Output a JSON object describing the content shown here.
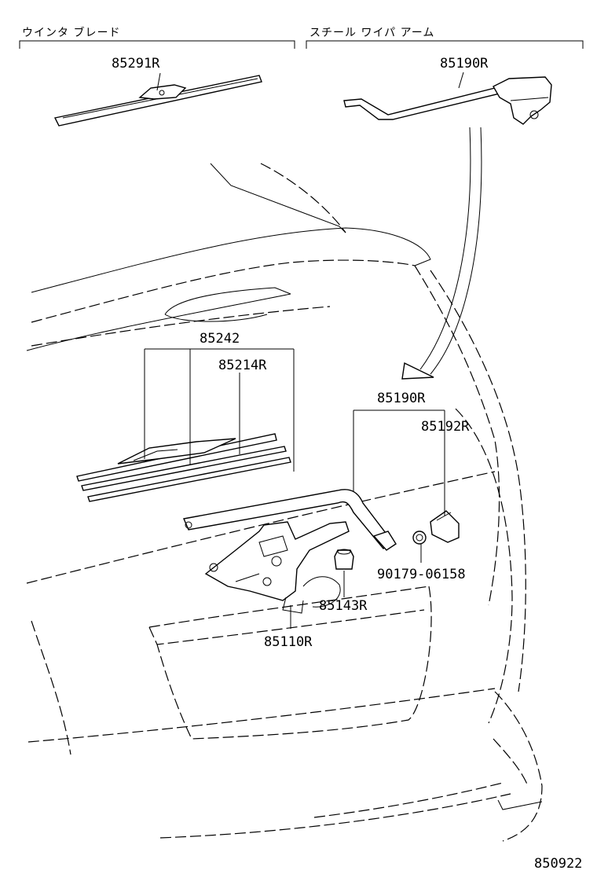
{
  "headers": {
    "winter_blade": "ウインタ  ブレード",
    "steel_wiper_arm": "スチール  ワイパ  アーム"
  },
  "part_numbers": {
    "winter_blade": "85291R",
    "steel_arm_top": "85190R",
    "blade_assy": "85242",
    "blade_rubber": "85214R",
    "arm_assy": "85190R",
    "arm_cap": "85192R",
    "nut": "90179-06158",
    "pivot_cover": "85143R",
    "motor": "85110R"
  },
  "figure_number": "850922"
}
